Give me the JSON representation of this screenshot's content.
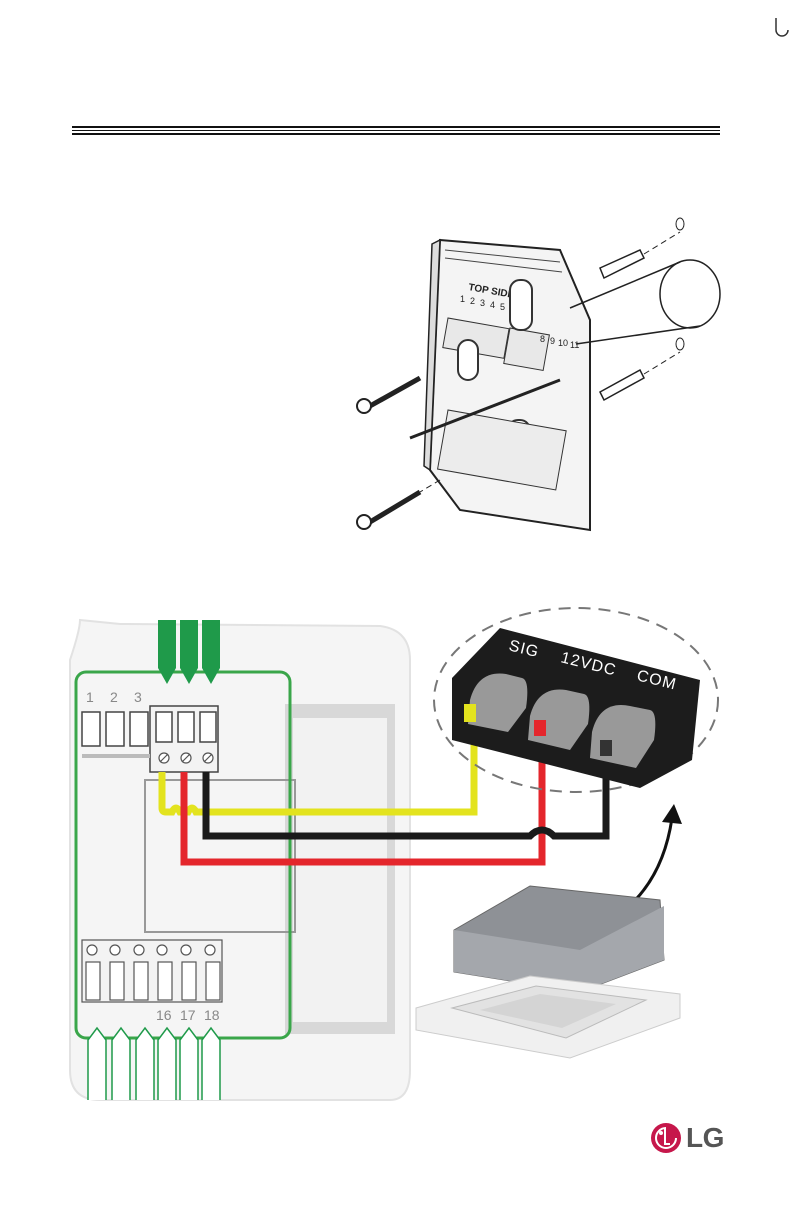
{
  "mounting": {
    "top_side_label": "TOP SIDE",
    "top_terminals": [
      "1",
      "2",
      "3",
      "4",
      "5"
    ],
    "right_terminals": [
      "8",
      "9",
      "10",
      "11"
    ]
  },
  "wiring": {
    "terminal_numbers_top": [
      "1",
      "2",
      "3"
    ],
    "terminal_numbers_bottom": [
      "16",
      "17",
      "18"
    ],
    "connector_labels": [
      "SIG",
      "12VDC",
      "COM"
    ],
    "wire_colors": {
      "signal": "#e3e31e",
      "power": "#e4262c",
      "common": "#1a1a1a",
      "frame": "#3aa64a"
    }
  },
  "brand": {
    "logo_text": "LG"
  }
}
